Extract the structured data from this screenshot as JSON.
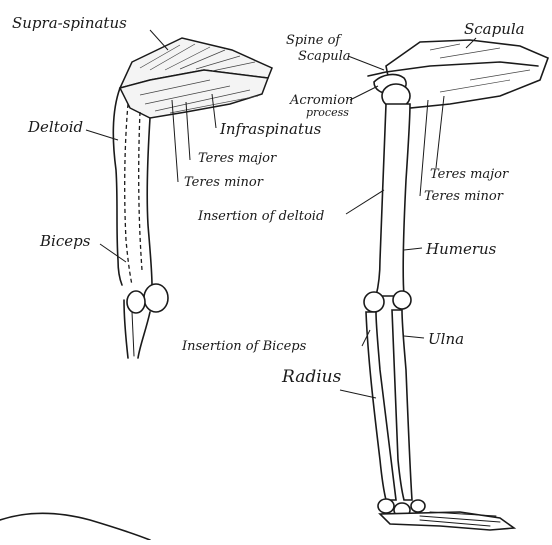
{
  "left_figure": {
    "labels": {
      "supraspinatus": "Supra-spinatus",
      "deltoid": "Deltoid",
      "infraspinatus": "Infraspinatus",
      "teres_major": "Teres major",
      "teres_minor": "Teres minor",
      "biceps": "Biceps"
    }
  },
  "right_figure": {
    "labels": {
      "scapula": "Scapula",
      "spine_of_scapula_1": "Spine of",
      "spine_of_scapula_2": "Scapula",
      "acromion_1": "Acromion",
      "acromion_2": "process",
      "teres_major": "Teres major",
      "teres_minor": "Teres minor",
      "insertion_of_deltoid": "Insertion of deltoid",
      "humerus": "Humerus",
      "ulna": "Ulna",
      "insertion_of_biceps": "Insertion of Biceps",
      "radius": "Radius"
    }
  }
}
